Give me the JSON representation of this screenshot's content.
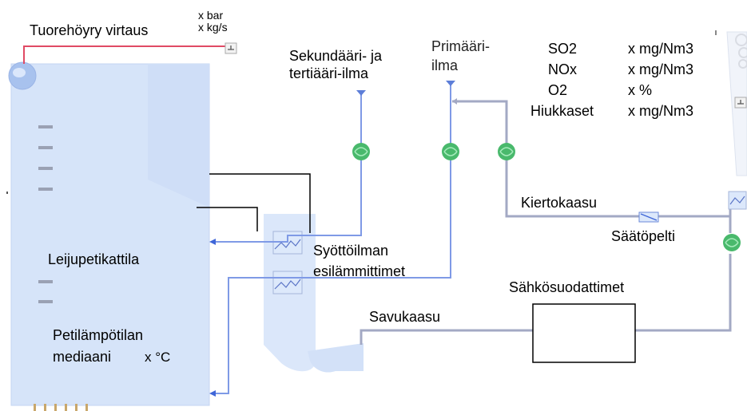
{
  "colors": {
    "boiler": "#d6e4f9",
    "boiler_edge": "#b9cdee",
    "air_line": "#7f9ae6",
    "flue_line": "#a3a9c4",
    "steam_line": "#e04a64",
    "fan_green": "#49b96c",
    "black_line": "#000000",
    "arrow": "#3f66d8"
  },
  "steam": {
    "label": "Tuorehöyry virtaus",
    "pressure": "x bar",
    "flow": "x kg/s"
  },
  "air": {
    "secondary_line1": "Sekundääri- ja",
    "secondary_line2": "tertiääri-ilma",
    "primary_line1": "Primääri-",
    "primary_line2": "ilma"
  },
  "emissions": {
    "rows": [
      {
        "name": "SO2",
        "value": "x mg/Nm3"
      },
      {
        "name": "NOx",
        "value": "x mg/Nm3"
      },
      {
        "name": "O2",
        "value": "x %"
      },
      {
        "name": "Hiukkaset",
        "value": "x mg/Nm3"
      }
    ]
  },
  "labels": {
    "recirculation": "Kiertokaasu",
    "damper": "Säätöpelti",
    "preheater_line1": "Syöttöilman",
    "preheater_line2": "esilämmittimet",
    "precipitator": "Sähkösuodattimet",
    "flue_gas": "Savukaasu",
    "boiler": "Leijupetikattila",
    "bed_temp_line1": "Petilämpötilan",
    "bed_temp_line2": "mediaani",
    "bed_temp_value": "x °C"
  }
}
